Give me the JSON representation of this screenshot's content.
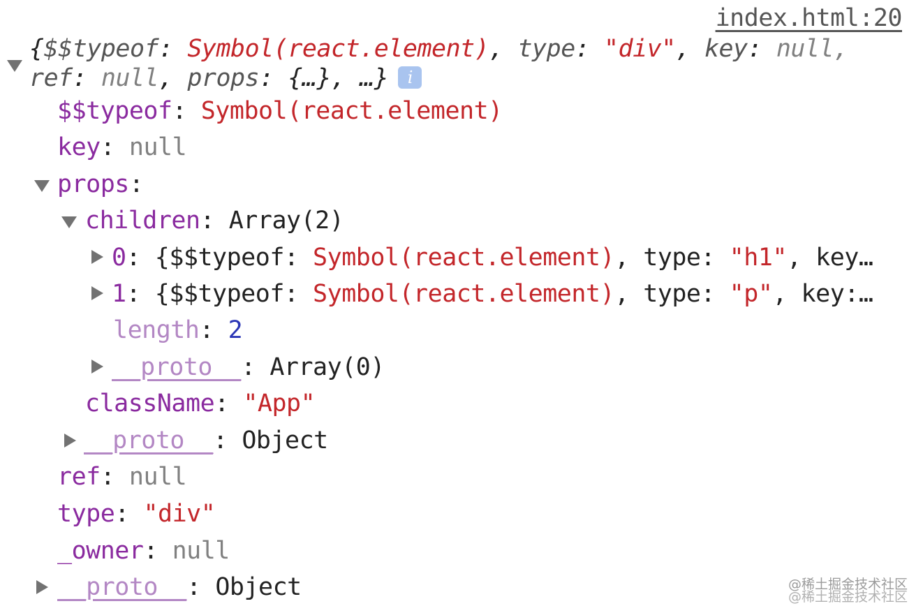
{
  "source_link": "index.html:20",
  "summary": {
    "line1": {
      "open": "{",
      "k1": "$$typeof",
      "v1": "Symbol(react.element)",
      "k2": "type",
      "v2": "\"div\"",
      "k3": "key",
      "v3": "null,"
    },
    "line2": {
      "k1": "ref",
      "v1": "null",
      "k2": "props",
      "v2": "{…}, …}"
    },
    "info_glyph": "i"
  },
  "tree": {
    "typeof": {
      "key": "$$typeof",
      "value": "Symbol(react.element)"
    },
    "key": {
      "key": "key",
      "value": "null"
    },
    "props": {
      "key": "props"
    },
    "children": {
      "key": "children",
      "value": "Array(2)"
    },
    "child0": {
      "index": "0",
      "open": "{",
      "k1": "$$typeof",
      "v1": "Symbol(react.element)",
      "k2": "type",
      "v2": "\"h1\"",
      "tail": "key…"
    },
    "child1": {
      "index": "1",
      "open": "{",
      "k1": "$$typeof",
      "v1": "Symbol(react.element)",
      "k2": "type",
      "v2": "\"p\"",
      "tail": "key:…"
    },
    "length": {
      "key": "length",
      "value": "2"
    },
    "children_proto": {
      "key": "__proto__",
      "value": "Array(0)"
    },
    "className": {
      "key": "className",
      "value": "\"App\""
    },
    "props_proto": {
      "key": "__proto__",
      "value": "Object"
    },
    "ref": {
      "key": "ref",
      "value": "null"
    },
    "type": {
      "key": "type",
      "value": "\"div\""
    },
    "owner": {
      "key": "_owner",
      "value": "null"
    },
    "root_proto": {
      "key": "__proto__",
      "value": "Object"
    }
  },
  "watermark": "@稀土掘金技术社区"
}
